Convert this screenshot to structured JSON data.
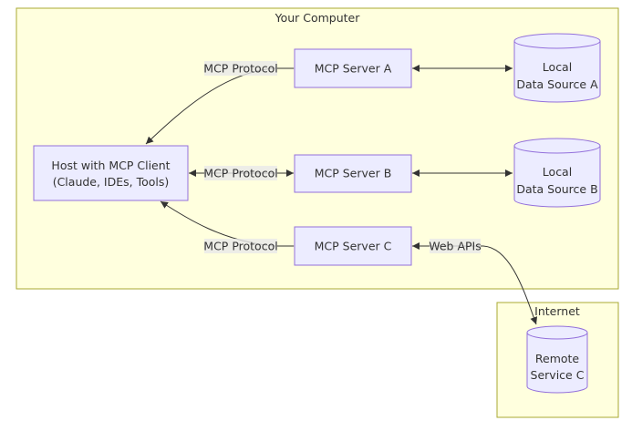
{
  "clusters": {
    "your_computer": "Your Computer",
    "internet": "Internet"
  },
  "nodes": {
    "host": [
      "Host with MCP Client",
      "(Claude, IDEs, Tools)"
    ],
    "server_a": "MCP Server A",
    "server_b": "MCP Server B",
    "server_c": "MCP Server C",
    "data_a": [
      "Local",
      "Data Source A"
    ],
    "data_b": [
      "Local",
      "Data Source B"
    ],
    "remote_c": [
      "Remote",
      "Service C"
    ]
  },
  "edge_labels": {
    "protocol_a": "MCP Protocol",
    "protocol_b": "MCP Protocol",
    "protocol_c": "MCP Protocol",
    "web_apis": "Web APIs"
  },
  "colors": {
    "cluster_fill": "#ffffde",
    "cluster_stroke": "#aaaa33",
    "node_fill": "#ececff",
    "node_stroke": "#9370db",
    "edge": "#333333"
  }
}
